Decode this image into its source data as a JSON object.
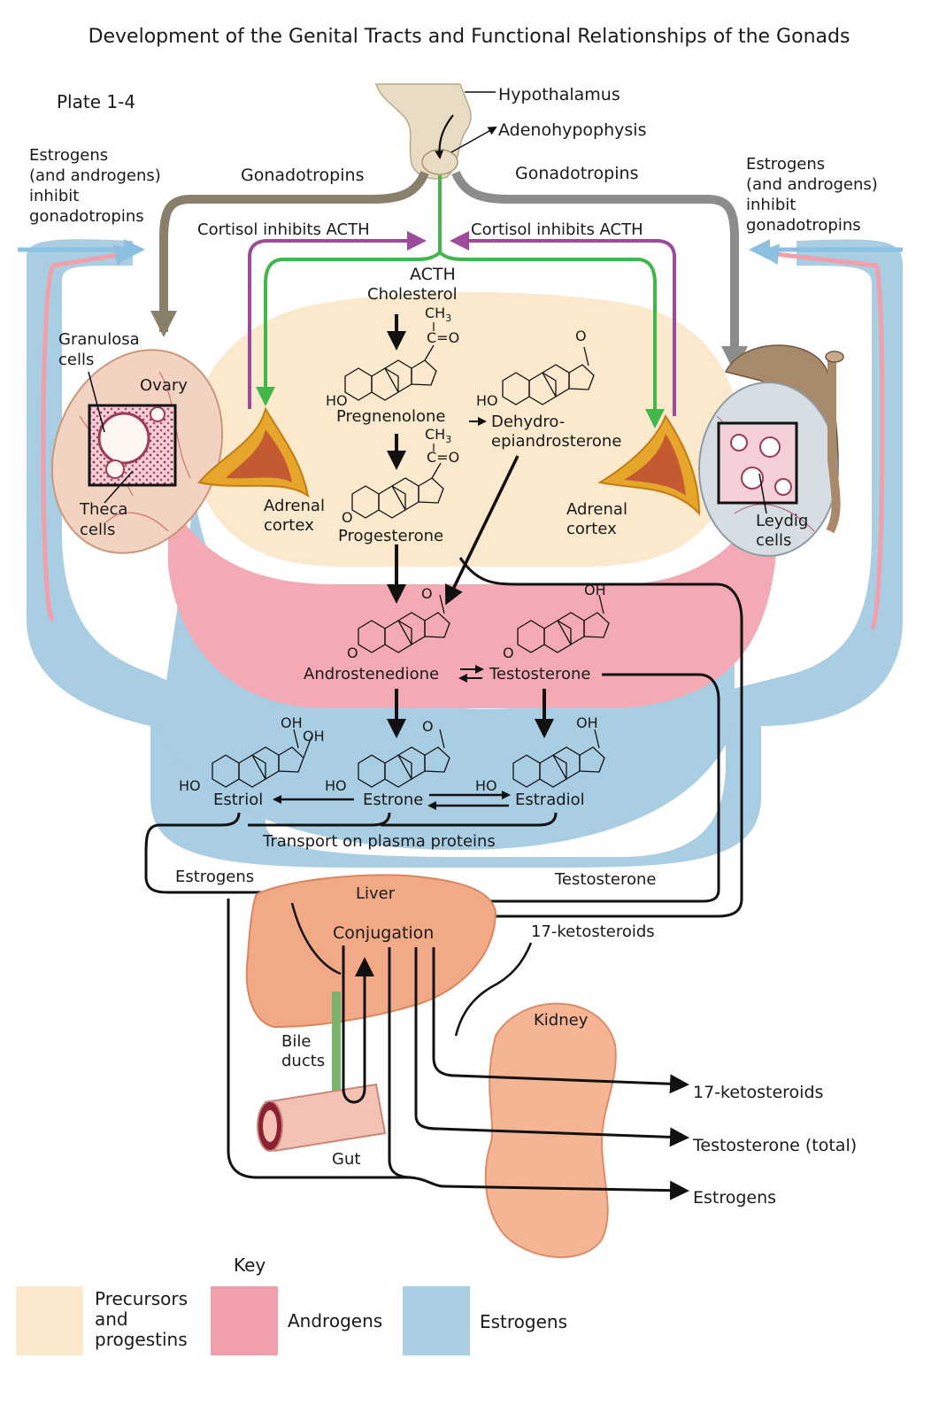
{
  "title": "Development of the Genital Tracts and Functional Relationships of the Gonads",
  "plate": "Plate 1-4",
  "labels": {
    "hypothalamus": "Hypothalamus",
    "adenohypophysis": "Adenohypophysis",
    "gonadotropins_left": "Gonadotropins",
    "gonadotropins_right": "Gonadotropins",
    "inhibit_left": [
      "Estrogens",
      "(and androgens)",
      "inhibit",
      "gonadotropins"
    ],
    "inhibit_right": [
      "Estrogens",
      "(and androgens)",
      "inhibit",
      "gonadotropins"
    ],
    "cortisol_left": "Cortisol inhibits ACTH",
    "cortisol_right": "Cortisol inhibits ACTH",
    "acth": "ACTH",
    "granulosa": [
      "Granulosa",
      "cells"
    ],
    "ovary": "Ovary",
    "theca": [
      "Theca",
      "cells"
    ],
    "adrenal_left": [
      "Adrenal",
      "cortex"
    ],
    "adrenal_right": [
      "Adrenal",
      "cortex"
    ],
    "leydig": [
      "Leydig",
      "cells"
    ],
    "transport": "Transport on plasma proteins",
    "estrogens_flow": "Estrogens",
    "testosterone_flow": "Testosterone",
    "liver": "Liver",
    "conjugation": "Conjugation",
    "ketosteroids_flow": "17-ketosteroids",
    "kidney": "Kidney",
    "bile_ducts": [
      "Bile",
      "ducts"
    ],
    "gut": "Gut",
    "out_ketosteroids": "17-ketosteroids",
    "out_testosterone": "Testosterone (total)",
    "out_estrogens": "Estrogens"
  },
  "molecules": {
    "cholesterol": "Cholesterol",
    "pregnenolone": "Pregnenolone",
    "dhea": [
      "Dehydro-",
      "epiandrosterone"
    ],
    "progesterone": "Progesterone",
    "androstenedione": "Androstenedione",
    "testosterone": "Testosterone",
    "estriol": "Estriol",
    "estrone": "Estrone",
    "estradiol": "Estradiol",
    "ch3": "CH",
    "ch3_sub": "3",
    "co": "C=O",
    "ho": "HO",
    "oh": "OH",
    "o": "O"
  },
  "key": {
    "heading": "Key",
    "items": [
      {
        "label": [
          "Precursors",
          "and",
          "progestins"
        ],
        "color": "#fbe9cd"
      },
      {
        "label": [
          "Androgens"
        ],
        "color": "#f19fab"
      },
      {
        "label": [
          "Estrogens"
        ],
        "color": "#a9cde3"
      }
    ]
  },
  "colors": {
    "precursor_zone": "#fbe9cd",
    "androgen_zone": "#f4aab5",
    "estrogen_zone": "#a9cde3",
    "gonadotropin_arrow": "#8a7f6a",
    "acth_arrow": "#43b649",
    "cortisol_arrow": "#9c4a9a",
    "adrenal": "#e6a52b",
    "liver": "#f2aa86",
    "kidney": "#f5b493"
  }
}
